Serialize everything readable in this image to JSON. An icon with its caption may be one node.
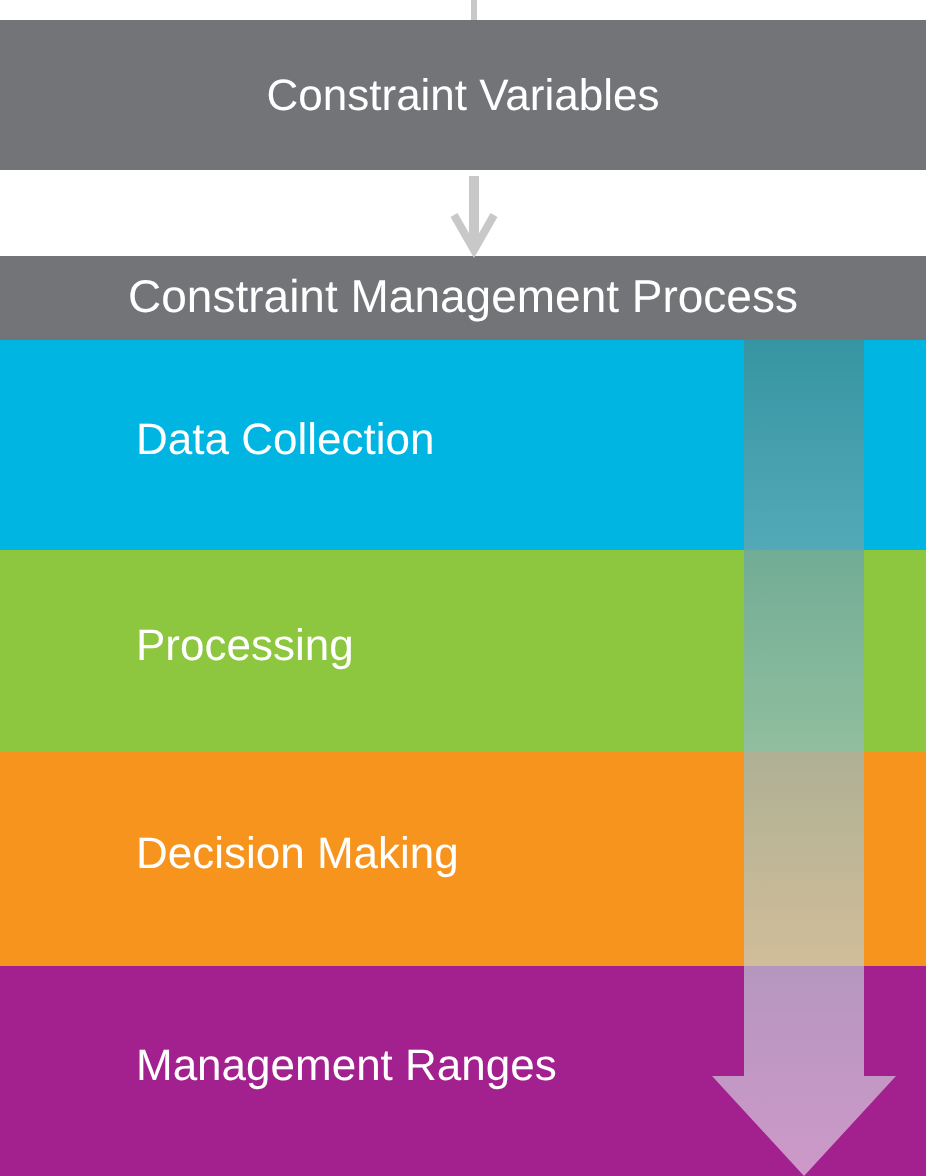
{
  "diagram": {
    "nodes": [
      {
        "text": [
          "Constraint Variables"
        ]
      },
      {
        "text": [
          "Constraint Management Process"
        ]
      },
      {
        "text": [
          "Data Collection"
        ],
        "in": 1
      },
      {
        "text": [
          "Processing"
        ],
        "in": 1
      },
      {
        "text": [
          "Decision Making"
        ],
        "in": 1
      },
      {
        "text": [
          "Management Ranges"
        ],
        "in": 1
      }
    ],
    "edges": [
      {
        "from": 0,
        "to": 1,
        "arrow": "to"
      }
    ]
  }
}
